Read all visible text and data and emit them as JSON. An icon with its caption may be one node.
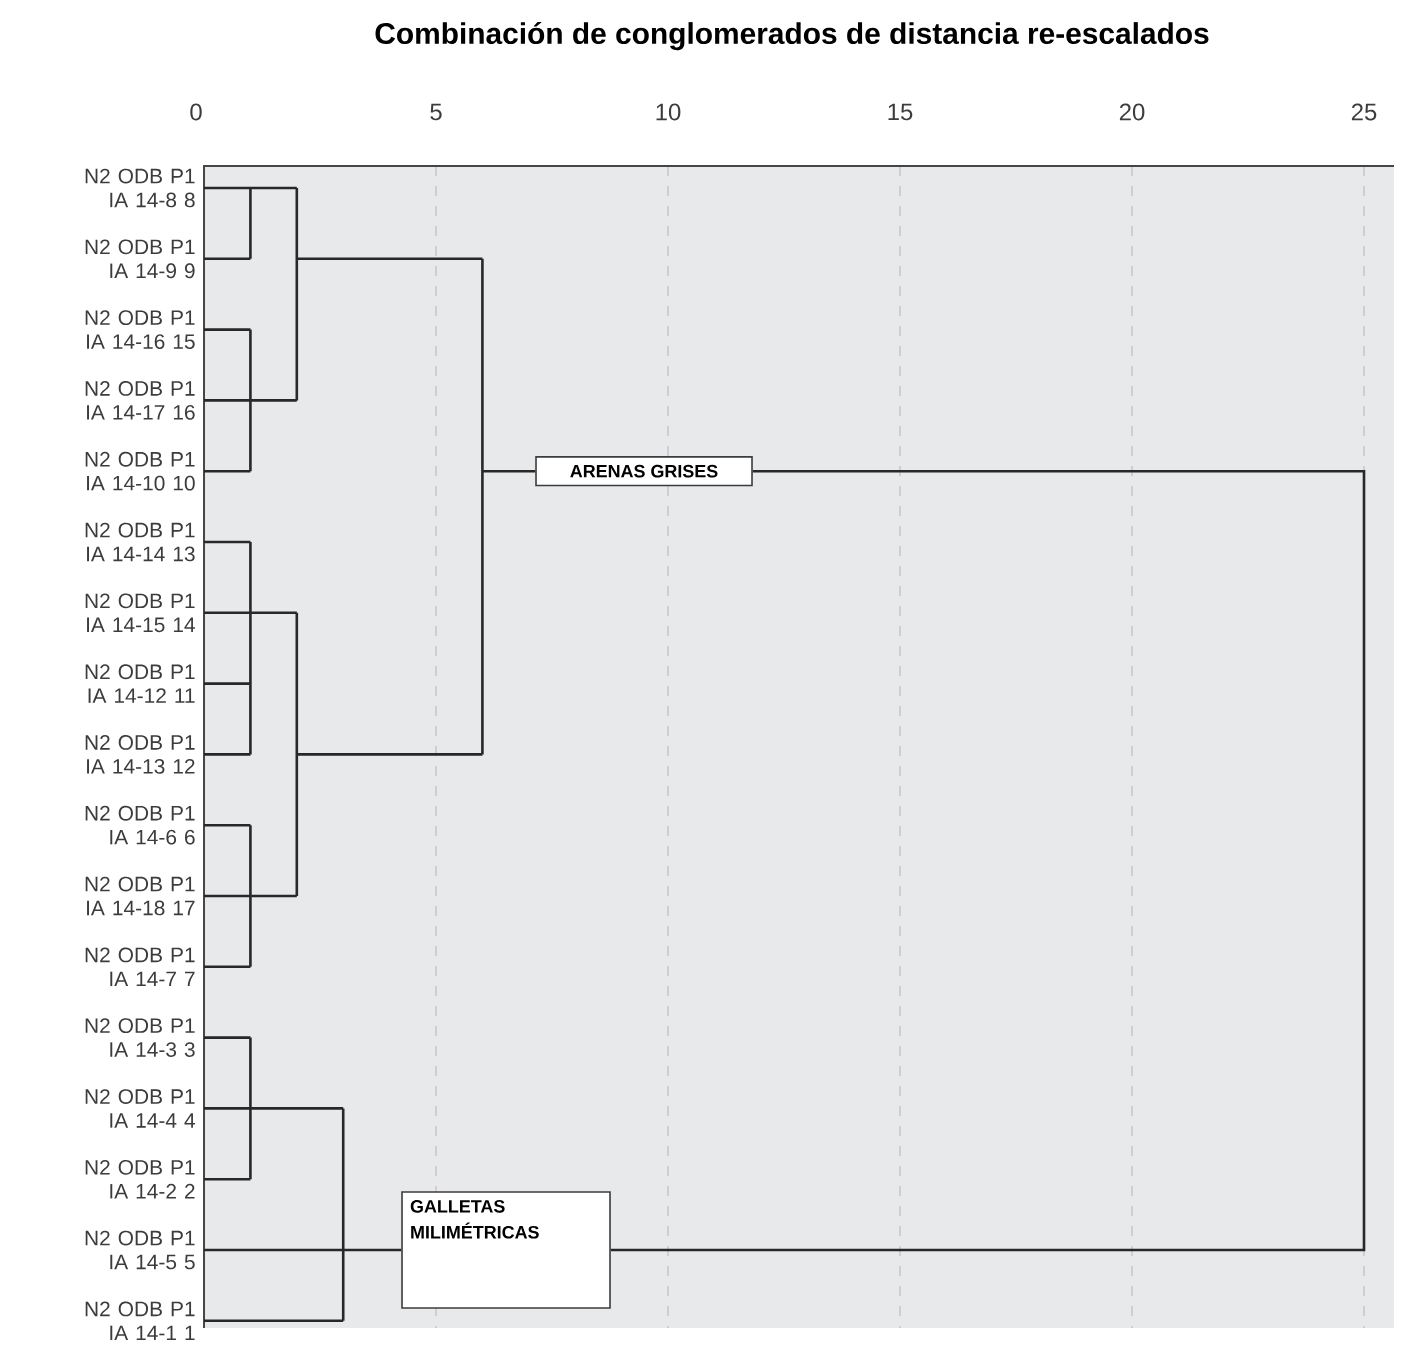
{
  "diagram": {
    "title": "Combinación de conglomerados de distancia re-escalados",
    "nodes": [
      {
        "text": [
          "ARENAS GRISES"
        ]
      },
      {
        "text": [
          "GALLETAS MILIMÉTRICAS"
        ]
      }
    ],
    "edges": [
      {
        "from": 0,
        "to": 1,
        "arrow": "none"
      }
    ],
    "labels": [
      "0",
      "5",
      "10",
      "15",
      "20",
      "25",
      "N2 ODB P1 IA 14-8 8",
      "N2 ODB P1 IA 14-9 9",
      "N2 ODB P1 IA 14-16 15",
      "N2 ODB P1 IA 14-17 16",
      "N2 ODB P1 IA 14-10 10",
      "N2 ODB P1 IA 14-14 13",
      "N2 ODB P1 IA 14-15 14",
      "N2 ODB P1 IA 14-12 11",
      "N2 ODB P1 IA 14-13 12",
      "N2 ODB P1 IA 14-6 6",
      "N2 ODB P1 IA 14-18 17",
      "N2 ODB P1 IA 14-7 7",
      "N2 ODB P1 IA 14-3 3",
      "N2 ODB P1 IA 14-4 4",
      "N2 ODB P1 IA 14-2 2",
      "N2 ODB P1 IA 14-5 5",
      "N2 ODB P1 IA 14-1 1"
    ]
  }
}
